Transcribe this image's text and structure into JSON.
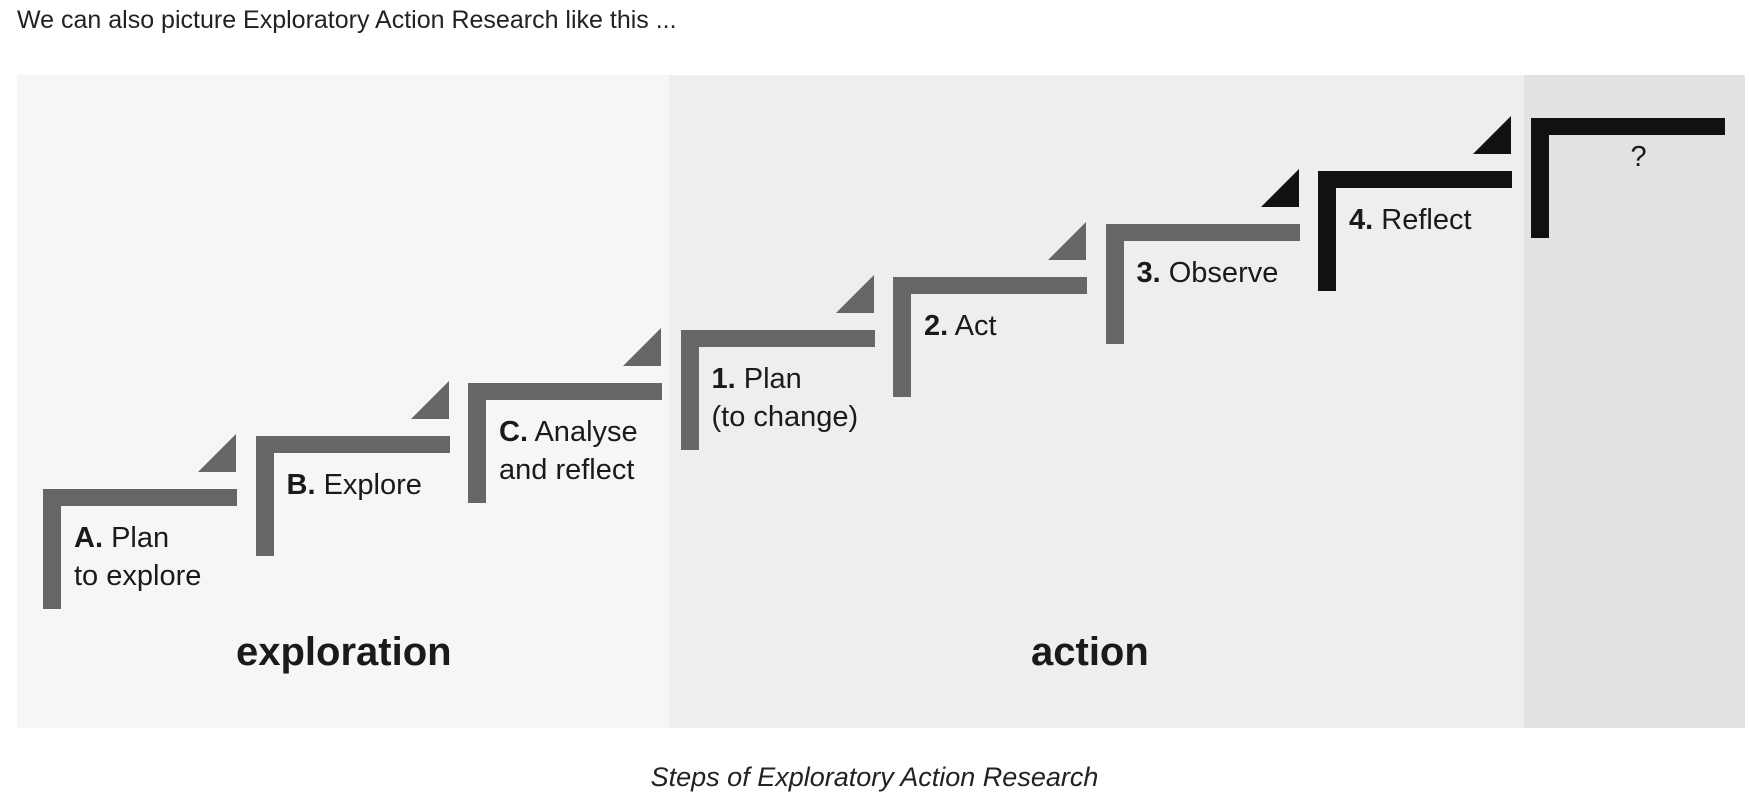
{
  "intro": "We can also picture Exploratory Action Research like this ...",
  "zones": {
    "exploration": "exploration",
    "action": "action"
  },
  "steps": [
    {
      "key": "A.",
      "line1": "Plan",
      "line2": "to explore",
      "color": "#666666"
    },
    {
      "key": "B.",
      "line1": "Explore",
      "line2": "",
      "color": "#666666"
    },
    {
      "key": "C.",
      "line1": "Analyse",
      "line2": "and reflect",
      "color": "#666666"
    },
    {
      "key": "1.",
      "line1": "Plan",
      "line2": "(to change)",
      "color": "#666666"
    },
    {
      "key": "2.",
      "line1": "Act",
      "line2": "",
      "color": "#666666"
    },
    {
      "key": "3.",
      "line1": "Observe",
      "line2": "",
      "color": "#666666"
    },
    {
      "key": "4.",
      "line1": "Reflect",
      "line2": "",
      "color": "#111111"
    },
    {
      "key": "",
      "line1": "?",
      "line2": "",
      "color": "#111111"
    }
  ],
  "caption": "Steps of Exploratory Action Research"
}
